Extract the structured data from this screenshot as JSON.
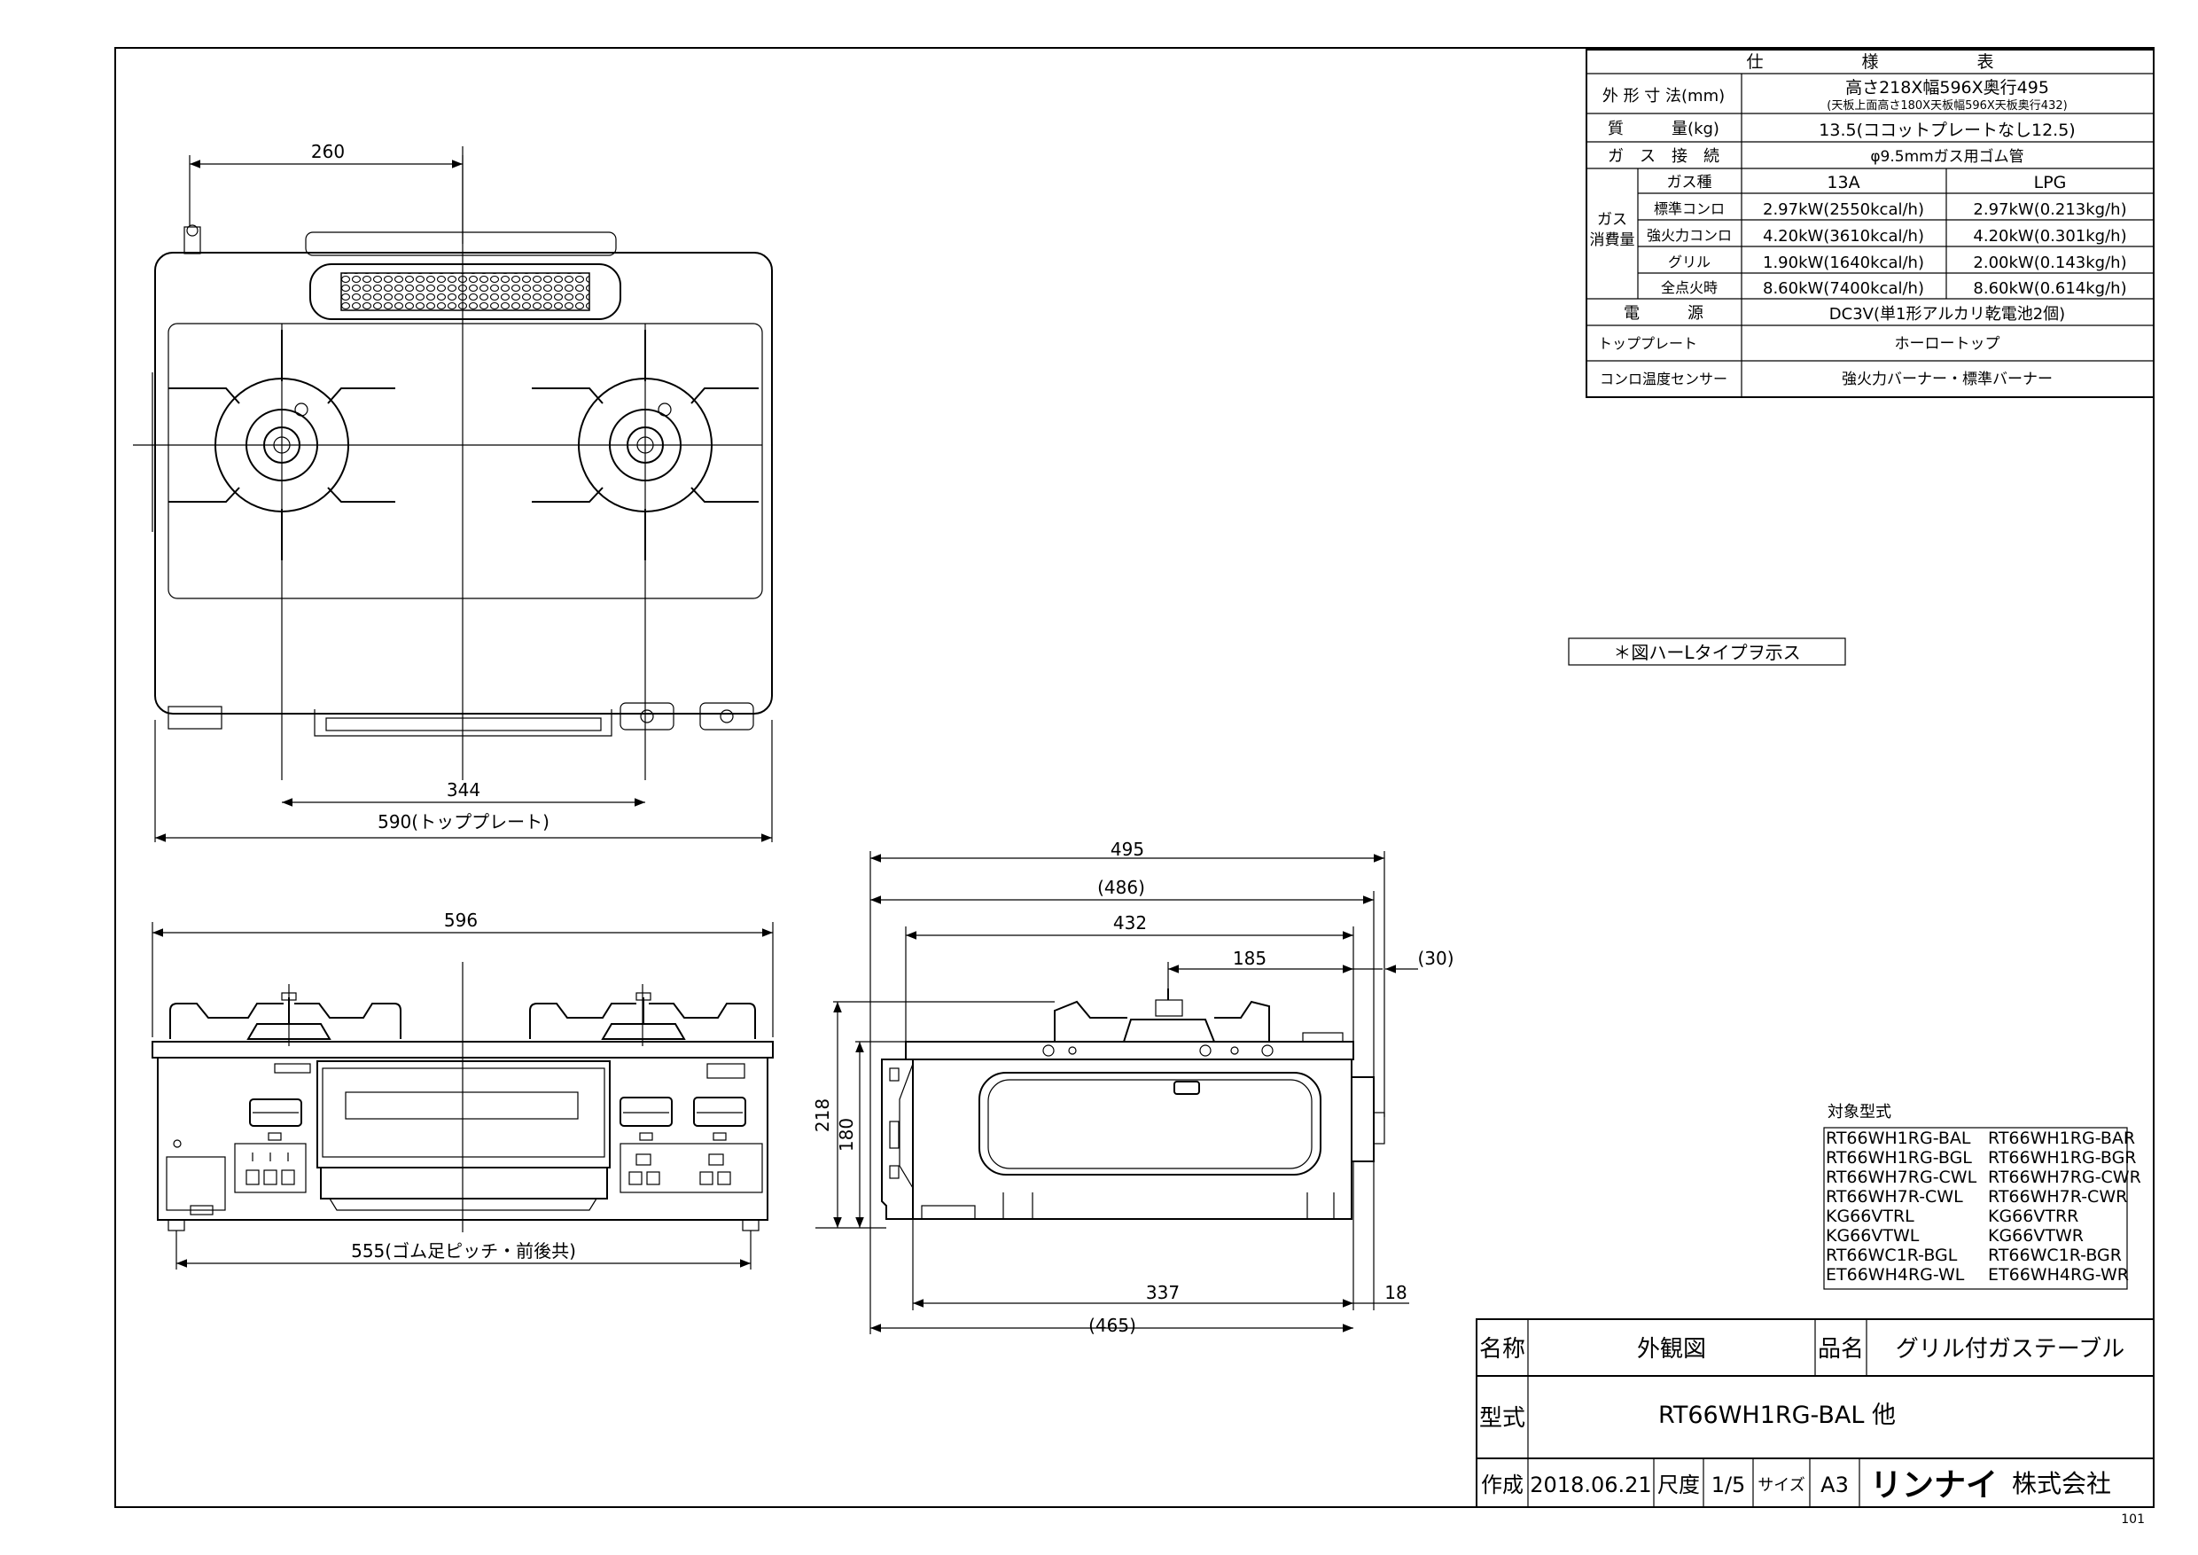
{
  "spec": {
    "title_chars": [
      "仕",
      "様",
      "表"
    ],
    "dims_label": "外 形 寸 法(mm)",
    "dims_value": "高さ218X幅596X奥行495",
    "dims_sub": "(天板上面高さ180X天板幅596X天板奥行432)",
    "mass_label": "質　　　量(kg)",
    "mass_value": "13.5(ココットプレートなし12.5)",
    "gas_conn_label": "ガ　ス　接　続",
    "gas_conn_value": "φ9.5mmガス用ゴム管",
    "consumption_label_1": "ガス",
    "consumption_label_2": "消費量",
    "gas_type_label": "ガス種",
    "col_13a": "13A",
    "col_lpg": "LPG",
    "rows": [
      {
        "name": "標準コンロ",
        "v13a": "2.97kW(2550kcal/h)",
        "vlpg": "2.97kW(0.213kg/h)"
      },
      {
        "name": "強火力コンロ",
        "v13a": "4.20kW(3610kcal/h)",
        "vlpg": "4.20kW(0.301kg/h)"
      },
      {
        "name": "グリル",
        "v13a": "1.90kW(1640kcal/h)",
        "vlpg": "2.00kW(0.143kg/h)"
      },
      {
        "name": "全点火時",
        "v13a": "8.60kW(7400kcal/h)",
        "vlpg": "8.60kW(0.614kg/h)"
      }
    ],
    "power_label": "電　　　源",
    "power_value": "DC3V(単1形アルカリ乾電池2個)",
    "topplate_label": "トッププレート",
    "topplate_value": "ホーロートップ",
    "sensor_label": "コンロ温度センサー",
    "sensor_value": "強火力バーナー・標準バーナー"
  },
  "note": "＊図ハーLタイプヲ示ス",
  "dimensions": {
    "top_260": "260",
    "top_344": "344",
    "top_590": "590(トッププレート)",
    "front_596": "596",
    "front_555": "555(ゴム足ピッチ・前後共)",
    "side_495": "495",
    "side_486": "(486)",
    "side_432": "432",
    "side_185": "185",
    "side_30": "(30)",
    "side_218": "218",
    "side_180": "180",
    "side_337": "337",
    "side_18": "18",
    "side_465": "(465)"
  },
  "models": {
    "title": "対象型式",
    "left": [
      "RT66WH1RG-BAL",
      "RT66WH1RG-BGL",
      "RT66WH7RG-CWL",
      "RT66WH7R-CWL",
      "KG66VTRL",
      "KG66VTWL",
      "RT66WC1R-BGL",
      "ET66WH4RG-WL"
    ],
    "right": [
      "RT66WH1RG-BAR",
      "RT66WH1RG-BGR",
      "RT66WH7RG-CWR",
      "RT66WH7R-CWR",
      "KG66VTRR",
      "KG66VTWR",
      "RT66WC1R-BGR",
      "ET66WH4RG-WR"
    ]
  },
  "titleblock": {
    "name_label": "名称",
    "name_value": "外観図",
    "product_label": "品名",
    "product_value": "グリル付ガステーブル",
    "model_label": "型式",
    "model_value": "RT66WH1RG-BAL 他",
    "created_label": "作成",
    "created_value": "2018.06.21",
    "scale_label": "尺度",
    "scale_value": "1/5",
    "size_label": "サイズ",
    "size_value": "A3",
    "brand": "リンナイ",
    "company": "株式会社"
  },
  "sheet_code": "101"
}
